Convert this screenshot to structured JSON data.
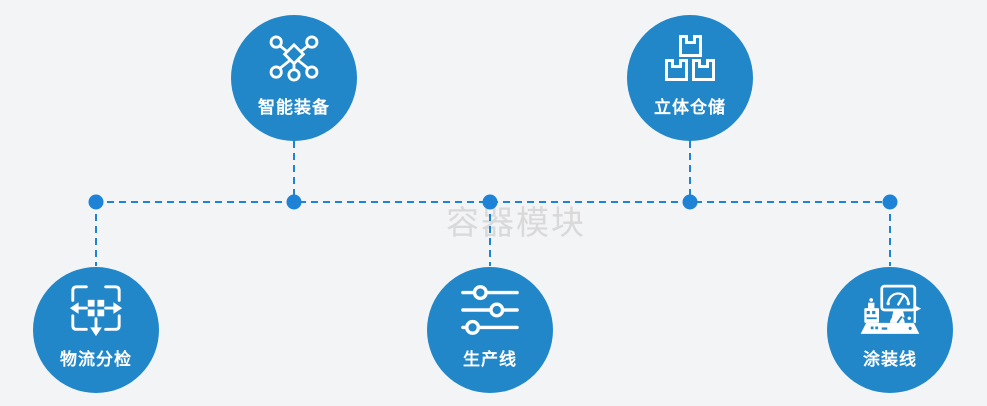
{
  "diagram": {
    "watermark": "容器模块",
    "colors": {
      "page_bg": "#f3f4f6",
      "circle_blue": "#2287c9",
      "connector_blue": "#1e82d6",
      "dot_blue": "#1e82d6",
      "watermark_gray": "#d9d9d9"
    },
    "nodes": [
      {
        "id": "smart-equipment",
        "label": "智能装备",
        "icon": "network-nodes-icon",
        "position": "top-left"
      },
      {
        "id": "stereoscopic-warehouse",
        "label": "立体仓储",
        "icon": "stacked-boxes-icon",
        "position": "top-right"
      },
      {
        "id": "logistics-sorting",
        "label": "物流分检",
        "icon": "dispatch-arrows-icon",
        "position": "bottom-left"
      },
      {
        "id": "production-line",
        "label": "生产线",
        "icon": "sliders-icon",
        "position": "bottom-center"
      },
      {
        "id": "painting-line",
        "label": "涂装线",
        "icon": "control-console-icon",
        "position": "bottom-right"
      }
    ]
  }
}
